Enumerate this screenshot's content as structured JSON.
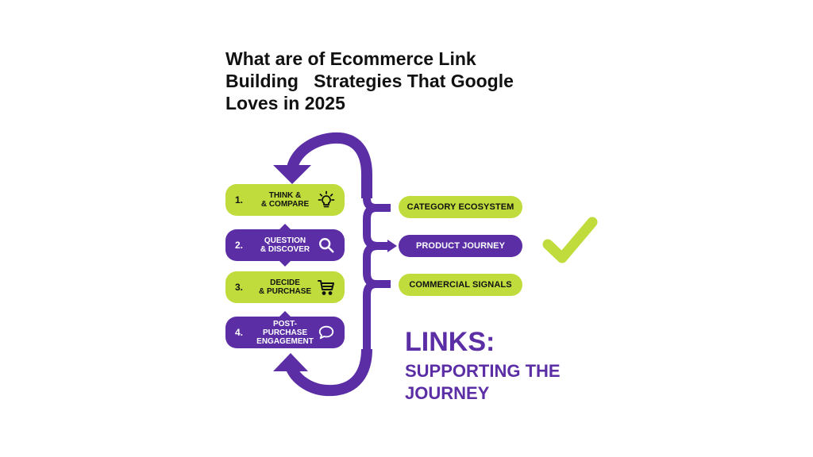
{
  "title": {
    "line1": "What are of Ecommerce Link",
    "line2": "Building   Strategies That Google",
    "line3": "Loves in 2025"
  },
  "colors": {
    "lime": "#c0dc3c",
    "purple": "#5b2ea6",
    "text_dark": "#111111"
  },
  "steps": [
    {
      "number": "1.",
      "line1": "THINK &",
      "line2": "& COMPARE",
      "icon": "lightbulb-icon",
      "style": "lime"
    },
    {
      "number": "2.",
      "line1": "QUESTION",
      "line2": "& DISCOVER",
      "icon": "search-icon",
      "style": "purple"
    },
    {
      "number": "3.",
      "line1": "DECIDE",
      "line2": "& PURCHASE",
      "icon": "cart-icon",
      "style": "lime"
    },
    {
      "number": "4.",
      "line1": "POST-PURCHASE",
      "line2": "ENGAGEMENT",
      "icon": "chat-bubble-icon",
      "style": "purple"
    }
  ],
  "outcomes": [
    {
      "label": "CATEGORY ECOSYSTEM",
      "style": "lime"
    },
    {
      "label": "PRODUCT JOURNEY",
      "style": "purple"
    },
    {
      "label": "COMMERCIAL SIGNALS",
      "style": "lime"
    }
  ],
  "links": {
    "heading": "LINKS:",
    "sub_line1": "SUPPORTING THE",
    "sub_line2": "JOURNEY"
  },
  "check_icon": "checkmark-icon"
}
